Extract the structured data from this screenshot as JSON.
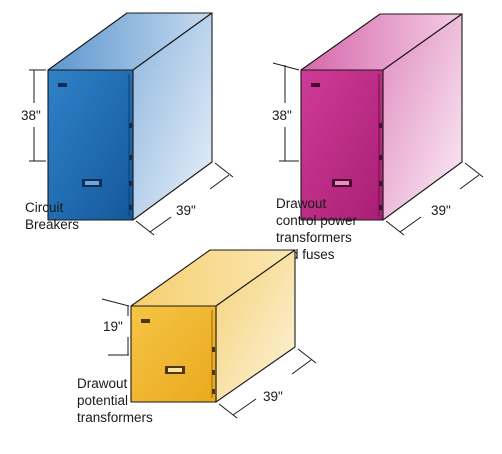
{
  "units": [
    {
      "id": "circuit-breakers",
      "height_label": "38\"",
      "depth_label": "39\"",
      "caption_lines": [
        "Circuit",
        "Breakers"
      ],
      "color": "#1f6db5"
    },
    {
      "id": "drawout-cpt",
      "height_label": "38\"",
      "depth_label": "39\"",
      "caption_lines": [
        "Drawout",
        "control power",
        "transformers",
        "and fuses"
      ],
      "color": "#c02a88"
    },
    {
      "id": "drawout-pt",
      "height_label": "19\"",
      "depth_label": "39\"",
      "caption_lines": [
        "Drawout",
        "potential",
        "transformers"
      ],
      "color": "#f1b62f"
    }
  ]
}
